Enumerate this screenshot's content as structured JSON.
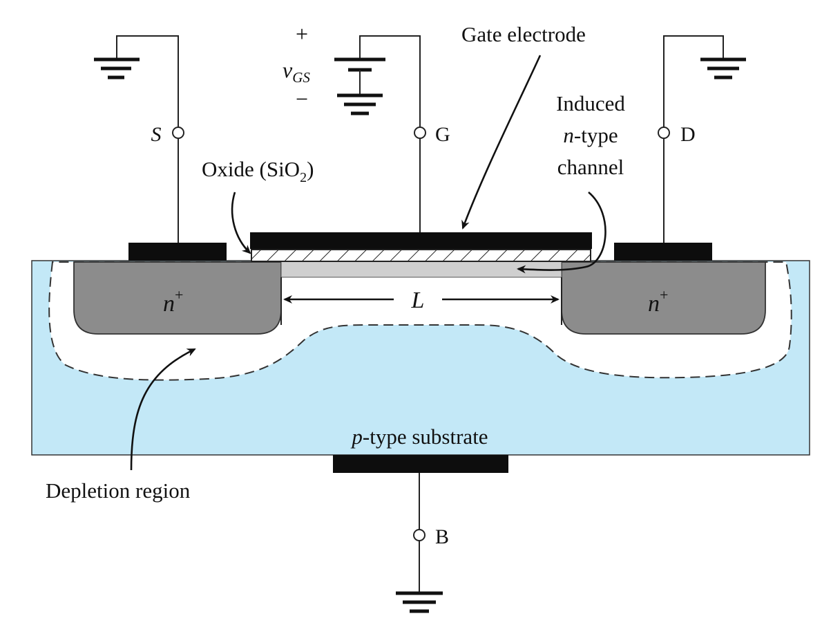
{
  "terminals": {
    "source": "S",
    "gate": "G",
    "drain": "D",
    "body": "B"
  },
  "source_voltage": {
    "plus": "+",
    "minus": "−",
    "symbol": "v",
    "subscript": "GS"
  },
  "labels": {
    "gate_electrode": "Gate electrode",
    "oxide_prefix": "Oxide (SiO",
    "oxide_sub": "2",
    "oxide_suffix": ")",
    "induced_line1": "Induced",
    "induced_line2_italic": "n",
    "induced_line2_rest": "-type",
    "induced_line3": "channel",
    "channel_length": "L",
    "n_plus_left": "n",
    "n_plus_right": "n",
    "plus_superscript": "+",
    "substrate_italic": "p",
    "substrate_rest": "-type substrate",
    "depletion_region": "Depletion region"
  },
  "colors": {
    "substrate": "#c3e8f7",
    "n_plus": "#8c8c8c",
    "channel": "#cfcfcf",
    "metal": "#0d0d0d",
    "depletion": "#ffffff"
  }
}
